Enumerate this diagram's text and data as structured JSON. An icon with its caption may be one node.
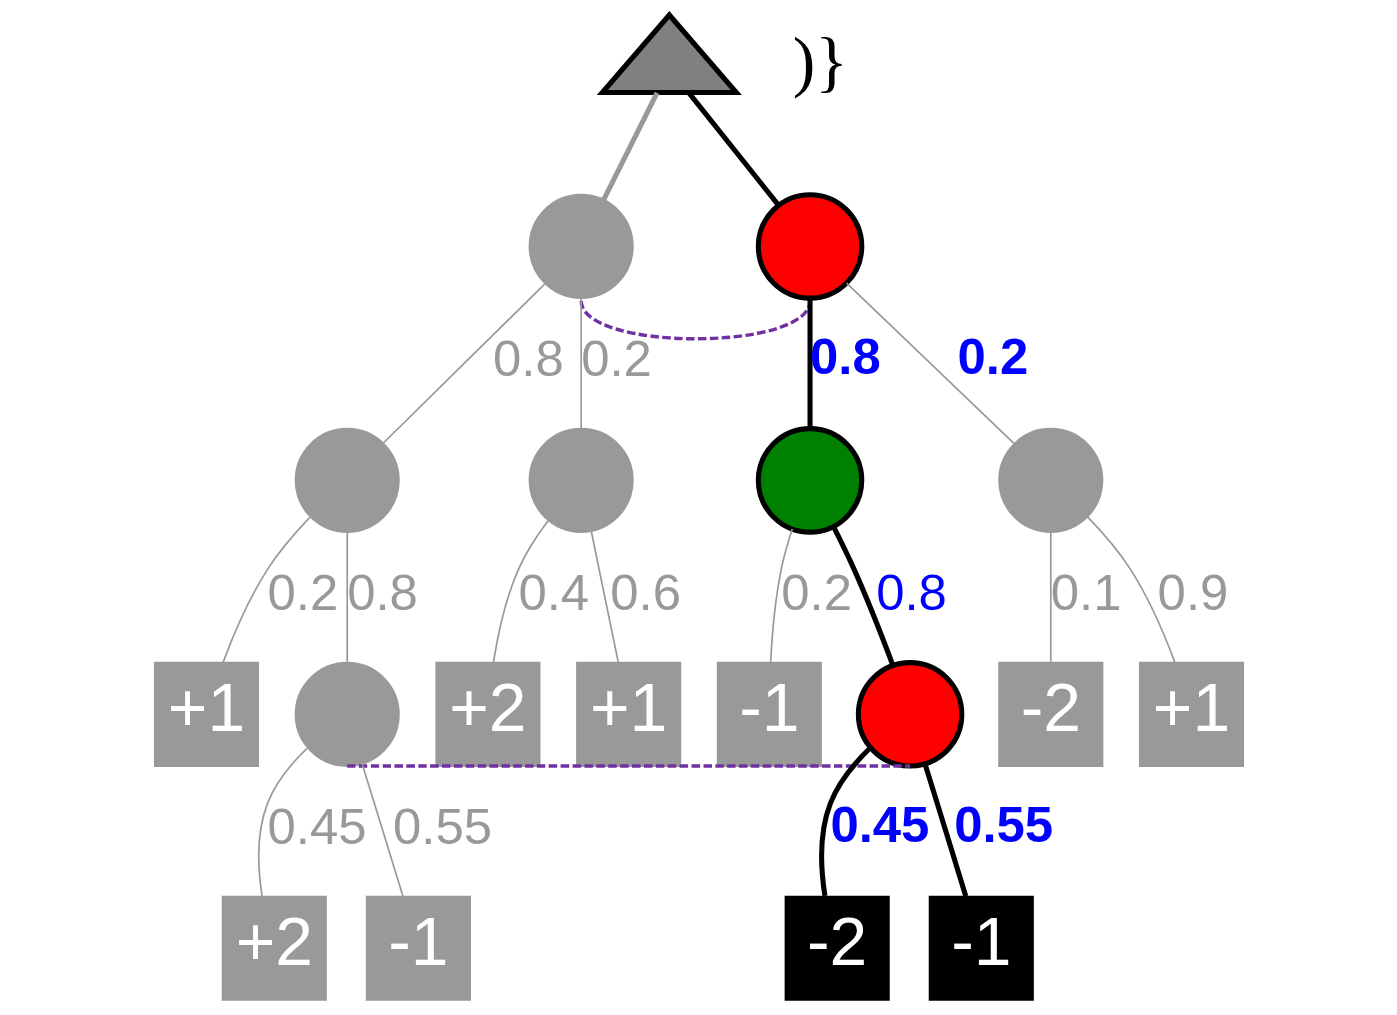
{
  "diagram": {
    "nodes": [
      {
        "text": [],
        "shape": "triangle"
      },
      {
        "text": [],
        "shape": "circle"
      },
      {
        "text": [],
        "shape": "circle"
      },
      {
        "text": [],
        "shape": "circle"
      },
      {
        "text": [],
        "shape": "circle"
      },
      {
        "text": [],
        "shape": "circle"
      },
      {
        "text": [],
        "shape": "circle"
      },
      {
        "text": [
          "+1"
        ]
      },
      {
        "text": [],
        "shape": "circle"
      },
      {
        "text": [
          "+2"
        ]
      },
      {
        "text": [
          "+1"
        ]
      },
      {
        "text": [
          "-1"
        ]
      },
      {
        "text": [],
        "shape": "circle"
      },
      {
        "text": [
          "-2"
        ]
      },
      {
        "text": [
          "+1"
        ]
      },
      {
        "text": [
          "+2"
        ]
      },
      {
        "text": [
          "-1"
        ]
      },
      {
        "text": [
          "-2"
        ]
      },
      {
        "text": [
          "-1"
        ]
      }
    ],
    "edges": [
      {
        "from": 0,
        "to": 1,
        "arrow": "none",
        "style": "thick"
      },
      {
        "from": 0,
        "to": 2,
        "arrow": "none",
        "style": "thick",
        "color": "#000000"
      },
      {
        "from": 1,
        "to": 2,
        "arrow": "none",
        "style": "dashed",
        "color": "#7030a0"
      },
      {
        "from": 1,
        "to": 3,
        "arrow": "none",
        "label": "0.8"
      },
      {
        "from": 1,
        "to": 4,
        "arrow": "none",
        "label": "0.2"
      },
      {
        "from": 2,
        "to": 5,
        "arrow": "none",
        "label": "0.8",
        "style": "thick",
        "color": "#000000"
      },
      {
        "from": 2,
        "to": 6,
        "arrow": "none",
        "label": "0.2"
      },
      {
        "from": 3,
        "to": 7,
        "arrow": "none",
        "label": "0.2"
      },
      {
        "from": 3,
        "to": 8,
        "arrow": "none",
        "label": "0.8"
      },
      {
        "from": 4,
        "to": 9,
        "arrow": "none",
        "label": "0.4"
      },
      {
        "from": 4,
        "to": 10,
        "arrow": "none",
        "label": "0.6"
      },
      {
        "from": 5,
        "to": 11,
        "arrow": "none",
        "label": "0.2"
      },
      {
        "from": 5,
        "to": 12,
        "arrow": "none",
        "label": "0.8",
        "style": "thick",
        "color": "#000000"
      },
      {
        "from": 6,
        "to": 13,
        "arrow": "none",
        "label": "0.1"
      },
      {
        "from": 6,
        "to": 14,
        "arrow": "none",
        "label": "0.9"
      },
      {
        "from": 8,
        "to": 15,
        "arrow": "none",
        "label": "0.45"
      },
      {
        "from": 8,
        "to": 16,
        "arrow": "none",
        "label": "0.55"
      },
      {
        "from": 8,
        "to": 12,
        "arrow": "none",
        "style": "dashed",
        "color": "#7030a0"
      },
      {
        "from": 12,
        "to": 17,
        "arrow": "none",
        "label": "0.45",
        "style": "thick",
        "color": "#000000"
      },
      {
        "from": 12,
        "to": 18,
        "arrow": "none",
        "label": "0.55",
        "style": "thick",
        "color": "#000000"
      }
    ],
    "labels": [
      ")}"
    ]
  }
}
